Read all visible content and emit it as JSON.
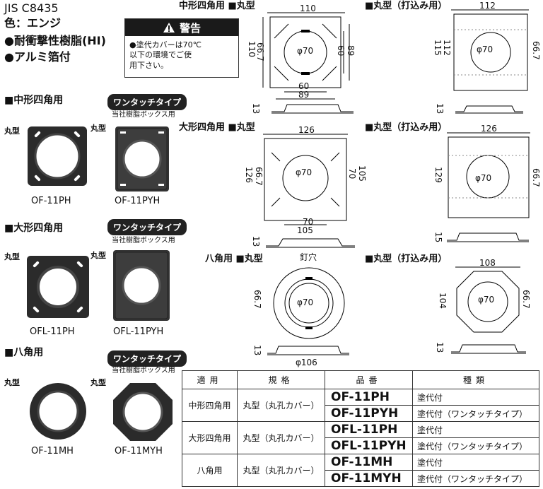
{
  "header": {
    "standard": "JIS C8435",
    "color": "色：エンジ",
    "material1": "●耐衝撃性樹脂(HI)",
    "material2": "●アルミ箔付"
  },
  "warning": {
    "title": "警告",
    "text": "●塗代カバーは70℃\n以下の環境でご使\n用下さい。"
  },
  "products": {
    "medium": {
      "section": "■中形四角用",
      "badge": "ワンタッチタイプ",
      "note": "当社樹脂ボックス用",
      "label_left": "丸型",
      "label_right": "丸型",
      "model_left": "OF-11PH",
      "model_right": "OF-11PYH"
    },
    "large": {
      "section": "■大形四角用",
      "badge": "ワンタッチタイプ",
      "note": "当社樹脂ボックス用",
      "label_left": "丸型",
      "label_right": "丸型",
      "model_left": "OFL-11PH",
      "model_right": "OFL-11PYH"
    },
    "octagon": {
      "section": "■八角用",
      "badge": "ワンタッチタイプ",
      "note": "当社樹脂ボックス用",
      "label_left": "丸型",
      "label_right": "丸型",
      "model_left": "OF-11MH",
      "model_right": "OF-11MYH"
    }
  },
  "drawings": {
    "d1": {
      "title": "中形四角用 ■丸型",
      "w": "110",
      "h1": "110",
      "h2": "66.7",
      "dia": "φ70",
      "r1": "60",
      "r2": "89",
      "b1": "60",
      "b2": "89",
      "side": "13"
    },
    "d2": {
      "title": "■丸型（打込み用）",
      "w": "112",
      "h1": "115",
      "h2": "112",
      "dia": "φ70",
      "r1": "66.7",
      "side": "13"
    },
    "d3": {
      "title": "大形四角用 ■丸型",
      "w": "126",
      "h1": "126",
      "h2": "66.7",
      "dia": "φ70",
      "r1": "70",
      "r2": "105",
      "b1": "70",
      "b2": "105",
      "side": "13"
    },
    "d4": {
      "title": "■丸型（打込み用）",
      "w": "126",
      "h1": "129",
      "dia": "φ70",
      "r1": "66.7",
      "side": "15"
    },
    "d5": {
      "title": "八角用 ■丸型",
      "nail": "釘穴",
      "h1": "66.7",
      "dia": "φ70",
      "bottom": "φ106",
      "side": "13"
    },
    "d6": {
      "title": "■丸型（打込み用）",
      "w": "108",
      "h1": "104",
      "dia": "φ70",
      "r1": "66.7",
      "side": "13"
    }
  },
  "table": {
    "headers": [
      "適用",
      "規格",
      "品番",
      "種類"
    ],
    "groups": [
      {
        "apply": "中形四角用",
        "spec": "丸型（丸孔カバー）",
        "rows": [
          {
            "pn": "OF-11PH",
            "kind": "塗代付"
          },
          {
            "pn": "OF-11PYH",
            "kind": "塗代付（ワンタッチタイプ）"
          }
        ]
      },
      {
        "apply": "大形四角用",
        "spec": "丸型（丸孔カバー）",
        "rows": [
          {
            "pn": "OFL-11PH",
            "kind": "塗代付"
          },
          {
            "pn": "OFL-11PYH",
            "kind": "塗代付（ワンタッチタイプ）"
          }
        ]
      },
      {
        "apply": "八角用",
        "spec": "丸型（丸孔カバー）",
        "rows": [
          {
            "pn": "OF-11MH",
            "kind": "塗代付"
          },
          {
            "pn": "OF-11MYH",
            "kind": "塗代付（ワンタッチタイプ）"
          }
        ]
      }
    ]
  }
}
